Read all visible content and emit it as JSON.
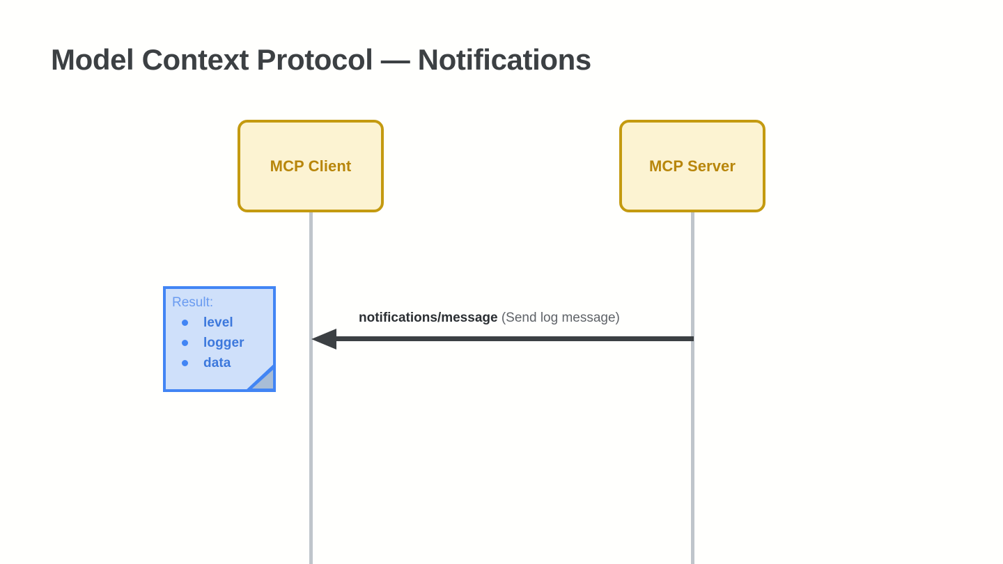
{
  "page": {
    "title": "Model Context Protocol — Notifications",
    "background_color": "#fffffd"
  },
  "colors": {
    "title_text": "#3c4043",
    "participant_fill": "#fcf3d2",
    "participant_border": "#c49a10",
    "participant_text": "#b8860b",
    "lifeline": "#bfc5cb",
    "arrow": "#3c4043",
    "note_fill": "#cfe0fa",
    "note_border": "#4285f4",
    "note_heading_text": "#6a9bf0",
    "note_item_text": "#3c78dc",
    "message_method_text": "#2b2f33",
    "message_desc_text": "#5f6368"
  },
  "diagram": {
    "type": "sequence-diagram",
    "participants": [
      {
        "id": "client",
        "label": "MCP Client"
      },
      {
        "id": "server",
        "label": "MCP Server"
      }
    ],
    "messages": [
      {
        "id": "notifications-message",
        "method": "notifications/message",
        "description": "(Send log message)",
        "from": "server",
        "to": "client",
        "direction": "right-to-left",
        "arrow_style": "solid-filled-head"
      }
    ],
    "notes": [
      {
        "id": "result-note",
        "attached_to": "client",
        "heading": "Result:",
        "items": [
          "level",
          "logger",
          "data"
        ]
      }
    ]
  }
}
